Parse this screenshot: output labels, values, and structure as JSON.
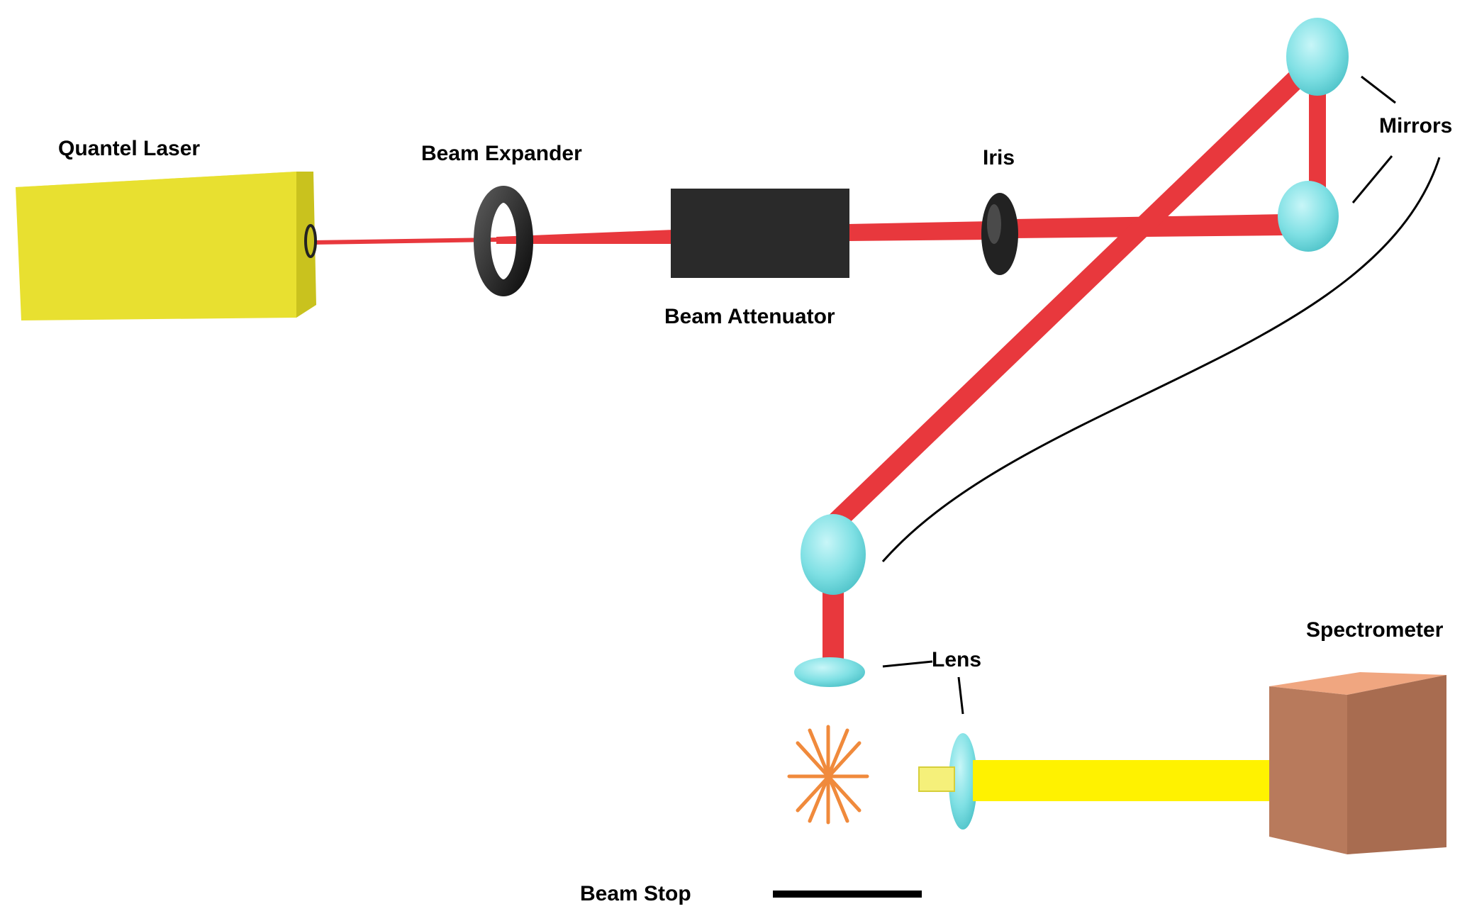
{
  "labels": {
    "laser": "Quantel Laser",
    "expander": "Beam Expander",
    "attenuator": "Beam Attenuator",
    "iris": "Iris",
    "mirrors": "Mirrors",
    "lens": "Lens",
    "spectrometer": "Spectrometer",
    "beam_stop": "Beam Stop"
  },
  "colors": {
    "laser_body": "#e6df2e",
    "laser_beam": "#e8383d",
    "optic": "#7fe0e4",
    "attenuator": "#2a2a2a",
    "signal_beam": "#fff200",
    "spectrometer": "#b87a5c",
    "spark": "#f08a3c"
  }
}
